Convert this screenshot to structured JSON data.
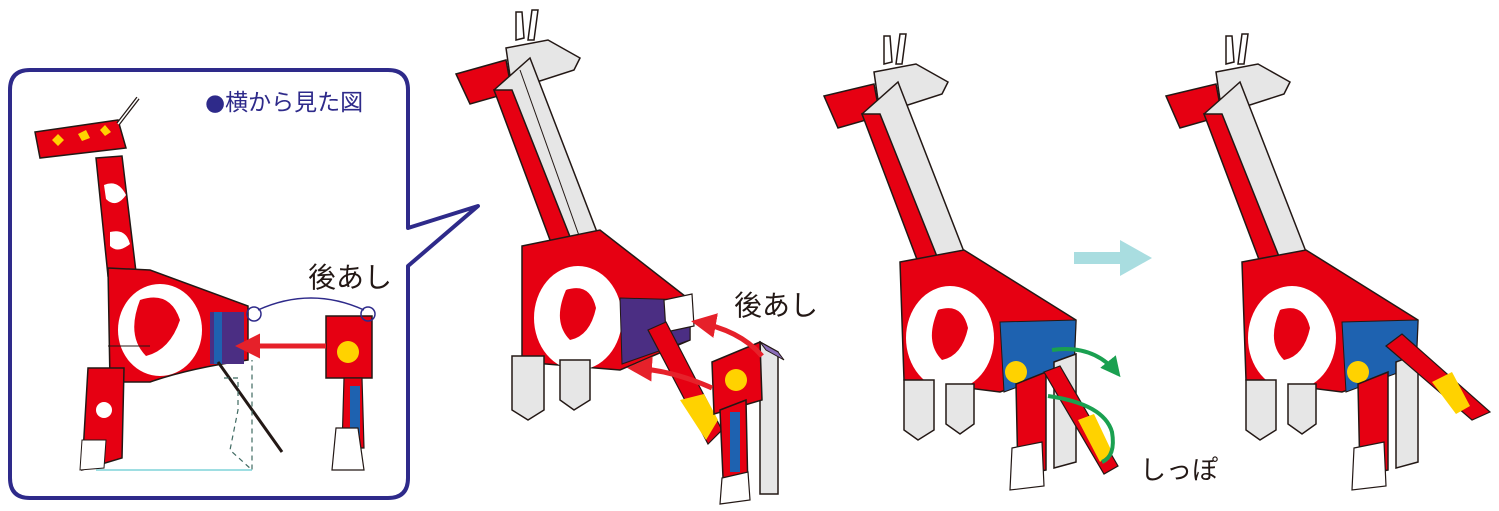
{
  "inset": {
    "title_bullet": "●",
    "title": "横から見た図",
    "hind_leg_label": "後あし"
  },
  "step2": {
    "hind_leg_label": "後あし"
  },
  "step3": {
    "tail_label": "しっぽ"
  },
  "colors": {
    "inset_border": "#2e2a8a",
    "arrow_red": "#e6212a",
    "arrow_green": "#1aa050",
    "arrow_next": "#a9dde0",
    "box_red": "#e60012",
    "paper_gray": "#e6e6e6",
    "outline": "#231815"
  }
}
